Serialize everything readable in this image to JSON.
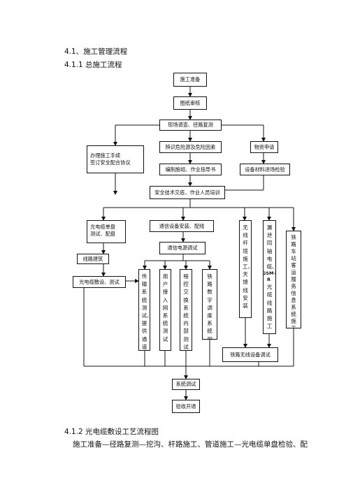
{
  "headings": {
    "h41": "4.1、施工管理流程",
    "h411": "4.1.1  总施工流程",
    "h412": "4.1.2  光电缆敷设工艺流程图"
  },
  "paragraph": "施工准备—径路复测—挖沟、杆路施工、管道施工—光电缆单盘检验、配",
  "flow": {
    "prep": "施工准备",
    "review": "图纸审核",
    "survey": "现场调查、径路复测",
    "identify": "辨识危险源及危险因素",
    "material_apply": "物资申请",
    "agreement": "办理施工手续\n签订安全配合协议",
    "construction_plan": "编制施组、作业指导书",
    "equipment_check": "设备材料进场检验",
    "safety": "安全技术交底、作业人员培训",
    "cable_test": "光电缆单盘\n测试、配盘",
    "comm_install": "通信设备安装、配线",
    "comm_power": "通信电源调试",
    "route_build": "线路建筑",
    "cable_lay": "光电缆敷设、测试",
    "transmission": "传输系统测试、提供通道",
    "user_access": "用户接入网系统测试",
    "switch": "程控交换系统内部测试",
    "railway_dispatch": "铁路数字调度系统测试",
    "wireless_tower": "无线杆塔施工、天馈线安装",
    "leaky_cable": "漏泄同轴电缆、",
    "gsmr_label": "GSM-R",
    "fiber_route": "光缆线路施工",
    "station_service": "铁路车站客运服务信息系统施工",
    "wireless_debug": "铁路无线设备调试",
    "system_debug": "系统调试",
    "acceptance": "验收开通"
  }
}
